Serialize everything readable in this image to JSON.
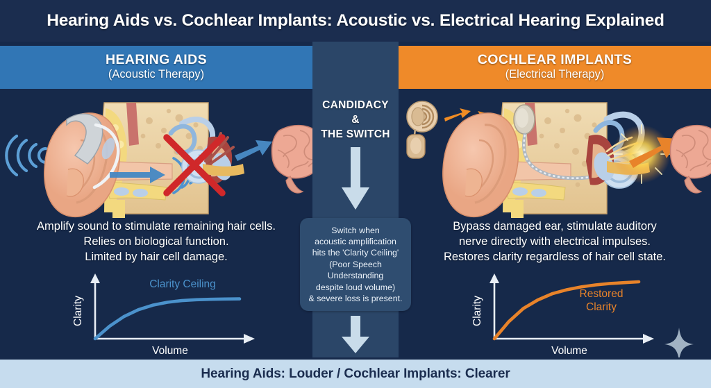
{
  "title": "Hearing Aids vs. Cochlear Implants: Acoustic vs. Electrical Hearing Explained",
  "footer": {
    "text": "Hearing Aids: Louder / Cochlear Implants: Clearer"
  },
  "left": {
    "heading": "HEARING AIDS",
    "subheading": "(Acoustic Therapy)",
    "description_lines": [
      "Amplify sound to stimulate remaining hair cells.",
      "Relies on biological function.",
      "Limited by hair cell damage."
    ],
    "band_color": "#3176b5"
  },
  "right": {
    "heading": "COCHLEAR IMPLANTS",
    "subheading": "(Electrical Therapy)",
    "description_lines": [
      "Bypass damaged ear, stimulate auditory",
      "nerve directly with electrical impulses.",
      "Restores clarity regardless of hair cell state."
    ],
    "band_color": "#ef8a29"
  },
  "center": {
    "title_lines": [
      "CANDIDACY",
      "&",
      "THE SWITCH"
    ],
    "box_lines": [
      "Switch when",
      "acoustic amplification",
      "hits the 'Clarity Ceiling'",
      "(Poor Speech",
      "Understanding",
      "despite loud volume)",
      "& severe loss is present."
    ],
    "panel_color": "#2b4668",
    "box_color": "#2f4d70"
  },
  "chart_data": [
    {
      "type": "line",
      "title": "Clarity Ceiling",
      "xlabel": "Volume",
      "ylabel": "Clarity",
      "series": [
        {
          "name": "Clarity Ceiling",
          "color": "#4b92cc",
          "x": [
            0,
            10,
            20,
            30,
            40,
            50,
            60,
            70,
            80,
            90,
            100
          ],
          "y": [
            0,
            22,
            39,
            51,
            59,
            64,
            67,
            68.5,
            69.3,
            69.7,
            70
          ]
        }
      ],
      "xlim": [
        0,
        100
      ],
      "ylim": [
        0,
        100
      ],
      "grid": false,
      "legend": "inline-label"
    },
    {
      "type": "line",
      "title": "Restored Clarity",
      "xlabel": "Volume",
      "ylabel": "Clarity",
      "series": [
        {
          "name": "Restored Clarity",
          "color": "#e8832a",
          "x": [
            0,
            10,
            20,
            30,
            40,
            50,
            60,
            70,
            80,
            90,
            100
          ],
          "y": [
            0,
            30,
            53,
            68,
            79,
            86,
            91,
            94.5,
            97,
            98.5,
            100
          ]
        }
      ],
      "xlim": [
        0,
        100
      ],
      "ylim": [
        0,
        100
      ],
      "grid": false,
      "legend": "inline-label"
    }
  ],
  "illustrations": {
    "left": {
      "alt": "Cross-section of ear with behind-the-ear hearing aid, blue sound waves entering, amplified sound arrow, damaged cochlea marked with red X, faint signal to brain",
      "icons": [
        "sound-waves-icon",
        "hearing-aid-icon",
        "ear-anatomy-icon",
        "red-x-icon",
        "brain-icon",
        "blue-arrow-icon"
      ]
    },
    "right": {
      "alt": "Cross-section of ear with cochlear implant sound processor, orange signal arrows, electrode array in cochlea, glowing cochlea, strong orange arrow to brain",
      "icons": [
        "sound-processor-icon",
        "orange-arrows-icon",
        "ear-anatomy-icon",
        "electrode-array-icon",
        "glow-icon",
        "brain-icon"
      ]
    }
  }
}
